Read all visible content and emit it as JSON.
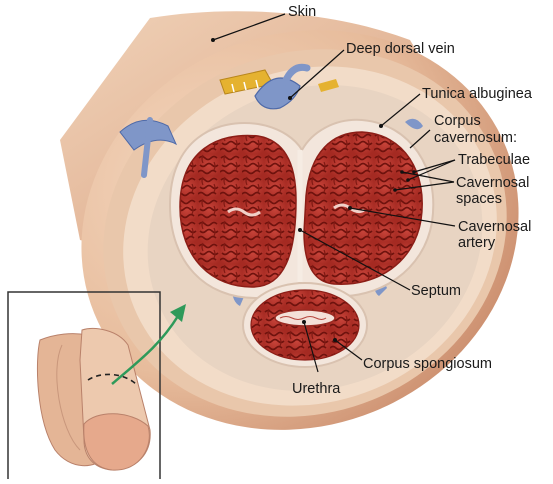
{
  "labels": {
    "skin": "Skin",
    "deep_dorsal_vein": "Deep dorsal vein",
    "tunica_albuginea": "Tunica albuginea",
    "corpus_cavernosum_1": "Corpus",
    "corpus_cavernosum_2": "cavernosum:",
    "trabeculae": "Trabeculae",
    "cavernosal_spaces_1": "Cavernosal",
    "cavernosal_spaces_2": "spaces",
    "cavernosal_artery_1": "Cavernosal",
    "cavernosal_artery_2": "artery",
    "septum": "Septum",
    "corpus_spongiosum": "Corpus spongiosum",
    "urethra": "Urethra"
  },
  "colors": {
    "skin": "#e7bc9c",
    "skin_dark": "#c98a6a",
    "tissue": "#b8352c",
    "tissue_dark": "#7e1812",
    "tunica": "#f3e6dc",
    "vessel": "#7f96c8",
    "leader": "#111111",
    "arrow": "#2e9a5a"
  }
}
